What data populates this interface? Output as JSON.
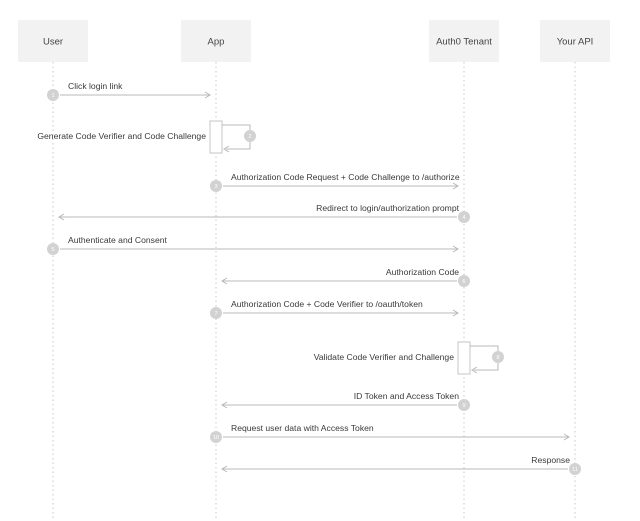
{
  "participants": [
    {
      "id": "user",
      "label": "User"
    },
    {
      "id": "app",
      "label": "App"
    },
    {
      "id": "auth0",
      "label": "Auth0 Tenant"
    },
    {
      "id": "api",
      "label": "Your API"
    }
  ],
  "messages": [
    {
      "step": "1",
      "label": "Click login link",
      "from": "user",
      "to": "app"
    },
    {
      "step": "2",
      "label": "Generate Code Verifier and Code Challenge",
      "from": "app",
      "to": "app",
      "self": true
    },
    {
      "step": "3",
      "label": "Authorization Code Request + Code Challenge to /authorize",
      "from": "app",
      "to": "auth0"
    },
    {
      "step": "4",
      "label": "Redirect to login/authorization prompt",
      "from": "auth0",
      "to": "user"
    },
    {
      "step": "5",
      "label": "Authenticate and Consent",
      "from": "user",
      "to": "auth0"
    },
    {
      "step": "6",
      "label": "Authorization Code",
      "from": "auth0",
      "to": "app"
    },
    {
      "step": "7",
      "label": "Authorization Code + Code Verifier to /oauth/token",
      "from": "app",
      "to": "auth0"
    },
    {
      "step": "8",
      "label": "Validate Code Verifier and Challenge",
      "from": "auth0",
      "to": "auth0",
      "self": true
    },
    {
      "step": "9",
      "label": "ID Token and Access Token",
      "from": "auth0",
      "to": "app"
    },
    {
      "step": "10",
      "label": "Request user data with Access Token",
      "from": "app",
      "to": "api"
    },
    {
      "step": "11",
      "label": "Response",
      "from": "api",
      "to": "app"
    }
  ]
}
